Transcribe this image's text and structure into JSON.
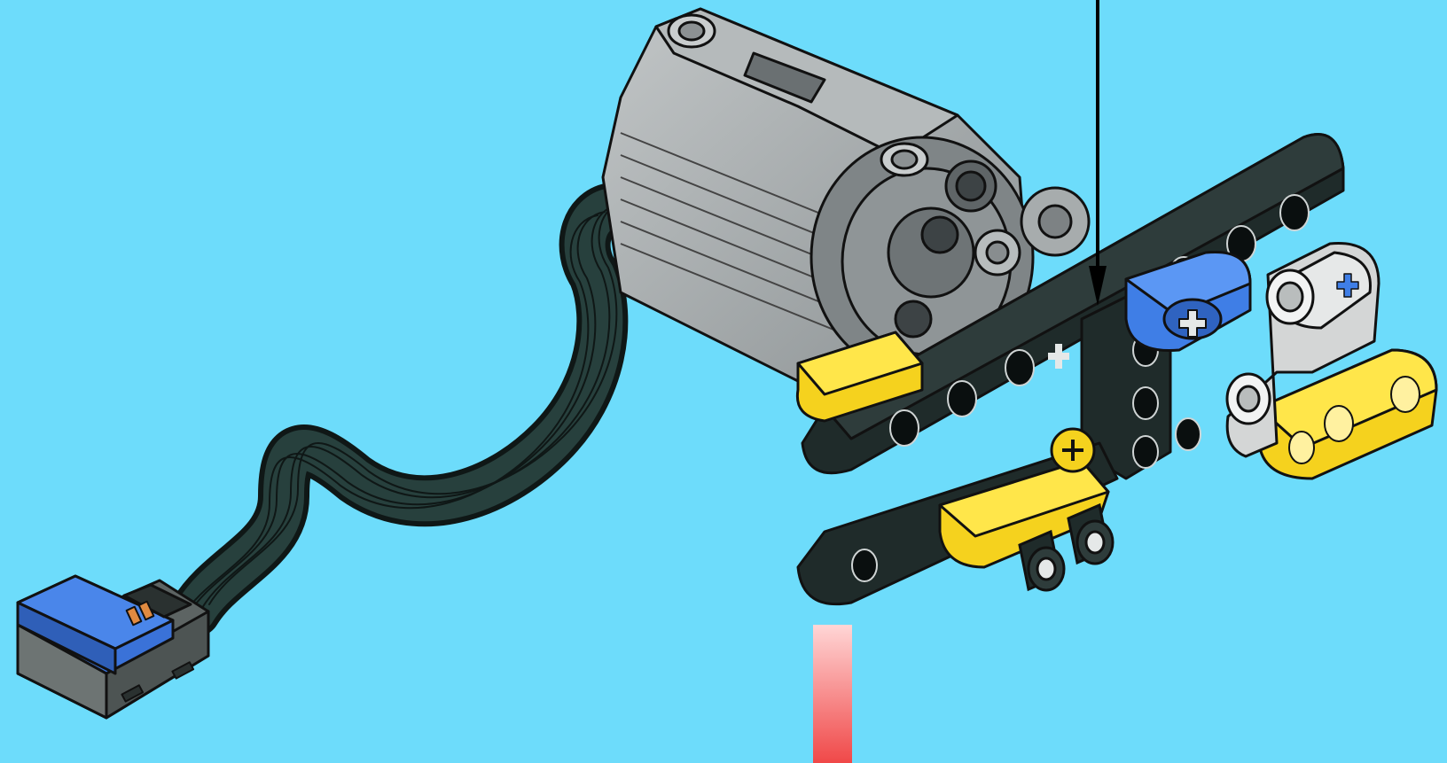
{
  "scene": {
    "background_color": "#6ddcfb",
    "parts": [
      {
        "name": "motor",
        "color": "#9ea4a6"
      },
      {
        "name": "cable",
        "color": "#1c2827"
      },
      {
        "name": "connector-plug",
        "color": "#3a72d8"
      },
      {
        "name": "black-beams",
        "color": "#1f2b2a"
      },
      {
        "name": "yellow-beams",
        "color": "#f5d21e"
      },
      {
        "name": "blue-connector",
        "color": "#3f7ee6"
      },
      {
        "name": "light-grey-connector",
        "color": "#d4d6d6"
      }
    ],
    "indicators": {
      "arrow_color": "#000000",
      "marker_color": "#f06060"
    }
  }
}
